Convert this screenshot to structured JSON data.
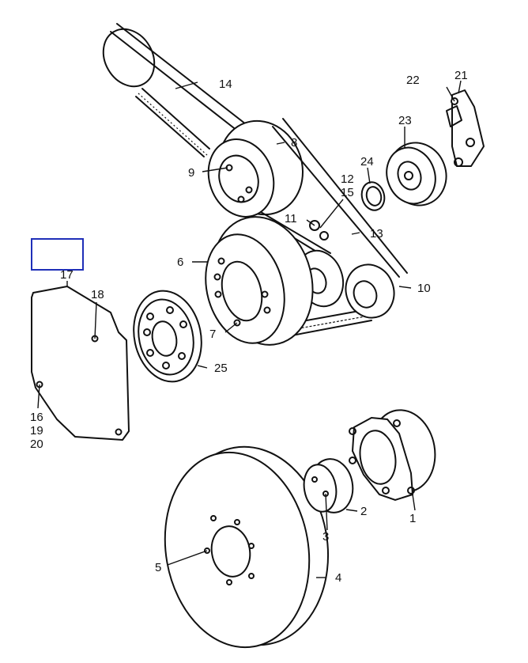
{
  "callouts": {
    "c1": "1",
    "c2": "2",
    "c3": "3",
    "c4": "4",
    "c5": "5",
    "c6": "6",
    "c7": "7",
    "c8": "8",
    "c9": "9",
    "c10": "10",
    "c11": "11",
    "c12": "12",
    "c13": "13",
    "c14": "14",
    "c15": "15",
    "c16": "16",
    "c17": "17",
    "c18": "18",
    "c19": "19",
    "c20": "20",
    "c21": "21",
    "c22": "22",
    "c23": "23",
    "c24": "24",
    "c25": "25"
  },
  "colors": {
    "line": "#111111",
    "highlight": "#1f2fb8",
    "background": "#ffffff"
  }
}
